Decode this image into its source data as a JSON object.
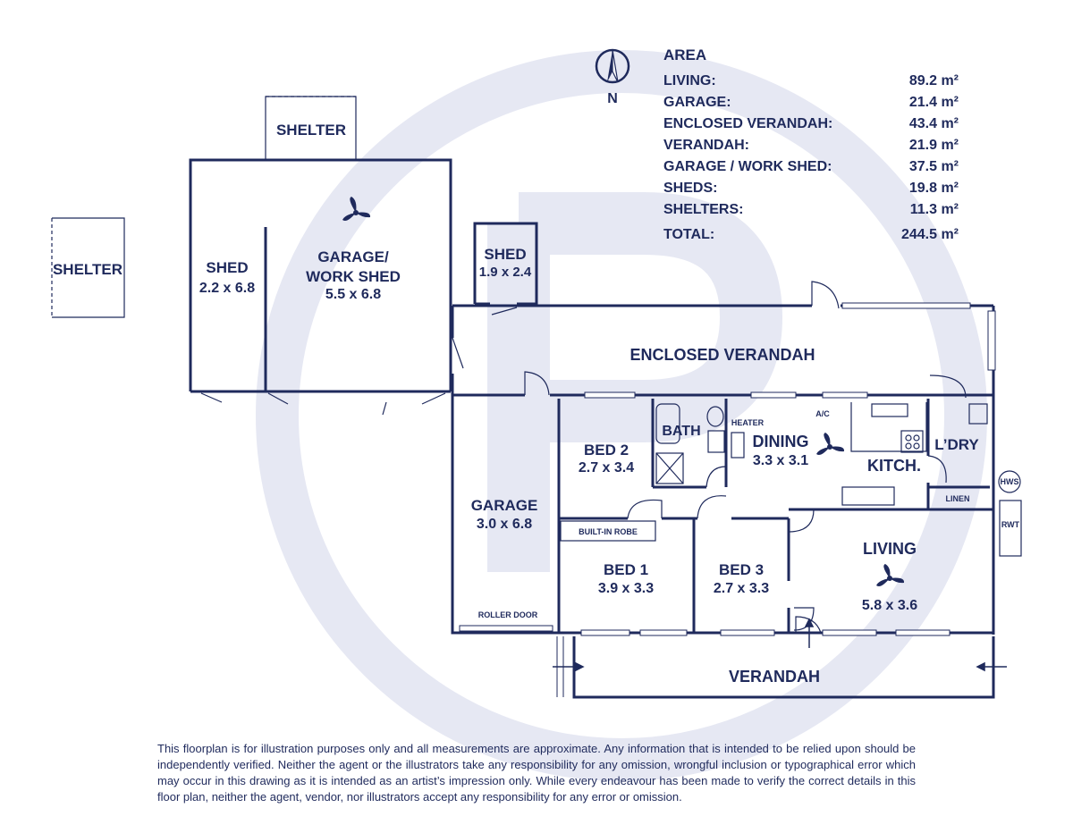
{
  "compass": {
    "label": "N"
  },
  "area": {
    "heading": "AREA",
    "rows": [
      {
        "label": "LIVING:",
        "value": "89.2 m²"
      },
      {
        "label": "GARAGE:",
        "value": "21.4 m²"
      },
      {
        "label": "ENCLOSED VERANDAH:",
        "value": "43.4 m²"
      },
      {
        "label": "VERANDAH:",
        "value": "21.9 m²"
      },
      {
        "label": "GARAGE / WORK SHED:",
        "value": "37.5 m²"
      },
      {
        "label": "SHEDS:",
        "value": "19.8 m²"
      },
      {
        "label": "SHELTERS:",
        "value": "11.3 m²"
      }
    ],
    "total": {
      "label": "TOTAL:",
      "value": "244.5 m²"
    }
  },
  "rooms": {
    "shelter_left": "SHELTER",
    "shelter_top": "SHELTER",
    "shed_main": {
      "name": "SHED",
      "size": "2.2 x 6.8"
    },
    "garage_work_shed": {
      "name1": "GARAGE/",
      "name2": "WORK SHED",
      "size": "5.5 x 6.8"
    },
    "shed_small": {
      "name": "SHED",
      "size": "1.9 x 2.4"
    },
    "enclosed_verandah": "ENCLOSED VERANDAH",
    "garage": {
      "name": "GARAGE",
      "size": "3.0 x 6.8"
    },
    "bed2": {
      "name": "BED 2",
      "size": "2.7 x 3.4"
    },
    "bath": "BATH",
    "dining": {
      "name": "DINING",
      "size": "3.3 x 3.1"
    },
    "kitchen": "KITCH.",
    "laundry": "L’DRY",
    "bed1": {
      "name": "BED 1",
      "size": "3.9 x 3.3"
    },
    "bed3": {
      "name": "BED 3",
      "size": "2.7 x 3.3"
    },
    "living": {
      "name": "LIVING",
      "size": "5.8 x 3.6"
    },
    "verandah": "VERANDAH"
  },
  "fixtures": {
    "heater": "HEATER",
    "ac": "A/C",
    "linen": "LINEN",
    "hws": "HWS",
    "rwt": "RWT",
    "built_in_robe": "BUILT-IN ROBE",
    "roller_door": "ROLLER DOOR"
  },
  "colors": {
    "line": "#1f2a5c",
    "watermark": "#e6e8f3"
  },
  "disclaimer": "This floorplan is for illustration purposes only and all measurements are approximate. Any information that is intended to be relied upon should be independently verified. Neither the agent or the illustrators take any responsibility for any omission, wrongful inclusion or typographical error which may occur in this drawing as it is intended as an artist’s impression only. While every endeavour has been made to verify the correct details in this floor plan, neither the agent, vendor, nor illustrators accept any responsibility for any error or omission."
}
